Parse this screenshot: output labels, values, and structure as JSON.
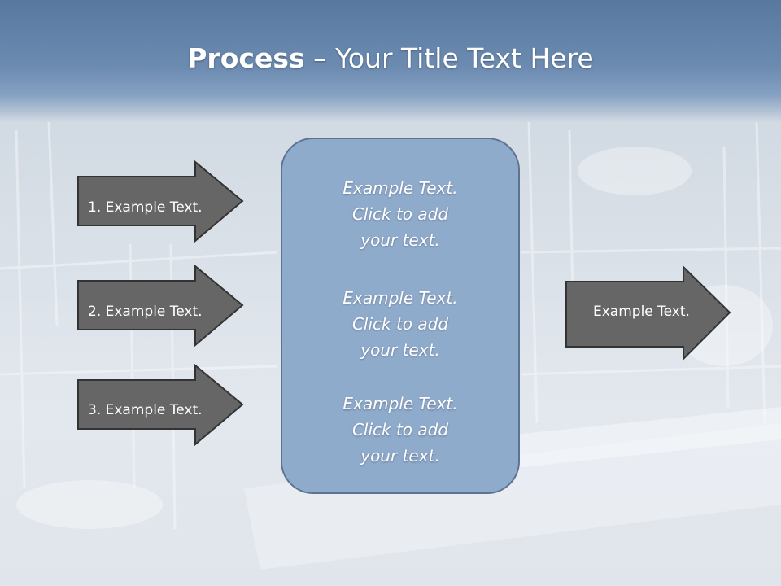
{
  "slide": {
    "title_bold": "Process",
    "title_rest": " – Your Title Text Here"
  },
  "left_arrows": [
    {
      "label": "1. Example Text."
    },
    {
      "label": "2. Example Text."
    },
    {
      "label": "3. Example Text."
    }
  ],
  "center_box": {
    "blocks": [
      {
        "lines": [
          "Example Text.",
          "Click  to add",
          "your text."
        ]
      },
      {
        "lines": [
          "Example Text.",
          "Click  to add",
          "your text."
        ]
      },
      {
        "lines": [
          "Example Text.",
          "Click  to add",
          "your text."
        ]
      }
    ]
  },
  "right_arrow": {
    "label": "Example Text."
  },
  "colors": {
    "arrow_fill": "#666666",
    "arrow_stroke": "#333333",
    "box_fill": "#8fabcc",
    "header": "#5878a0"
  }
}
